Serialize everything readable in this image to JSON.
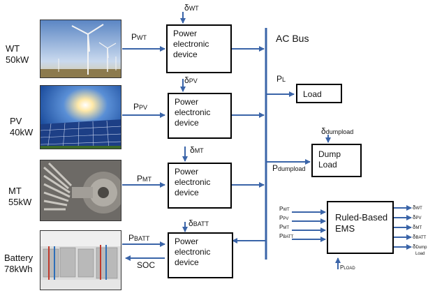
{
  "sources": [
    {
      "name": "WT",
      "rating": "50kW",
      "power_main": "P",
      "power_sub": "WT",
      "delta_sub": "WT"
    },
    {
      "name": "PV",
      "rating": "40kW",
      "power_main": "P",
      "power_sub": "PV",
      "delta_sub": "PV"
    },
    {
      "name": "MT",
      "rating": "55kW",
      "power_main": "P",
      "power_sub": "MT",
      "delta_sub": "MT"
    },
    {
      "name": "Battery",
      "rating": "78kWh",
      "power_main": "P",
      "power_sub": "BATT",
      "delta_sub": "BATT"
    }
  ],
  "converter": {
    "line1": "Power",
    "line2": "electronic",
    "line3": "device"
  },
  "delta_symbol": "δ",
  "soc_label": "SOC",
  "bus_label": "AC Bus",
  "load": {
    "label": "Load",
    "power_main": "P",
    "power_sub": "L"
  },
  "dump": {
    "line1": "Dump",
    "line2": "Load",
    "power_main": "P",
    "power_sub": "dumpload",
    "delta_sub": "dumpload"
  },
  "ems": {
    "line1": "Ruled-Based",
    "line2": "EMS",
    "inputs": [
      {
        "main": "P",
        "sub": "WT"
      },
      {
        "main": "P",
        "sub": "PV"
      },
      {
        "main": "P",
        "sub": "MT"
      },
      {
        "main": "P",
        "sub": "BATT"
      }
    ],
    "outputs": [
      {
        "main": "δ",
        "sub": "WT"
      },
      {
        "main": "δ",
        "sub": "PV"
      },
      {
        "main": "δ",
        "sub": "MT"
      },
      {
        "main": "δ",
        "sub": "BATT"
      },
      {
        "main": "δ",
        "sub": "Dump",
        "sub2": "Load"
      }
    ],
    "load_input": {
      "main": "P",
      "sub": "LOAD"
    }
  },
  "colors": {
    "arrow": "#3a64a8",
    "bus": "#3a64a8",
    "box_border": "#000000"
  }
}
